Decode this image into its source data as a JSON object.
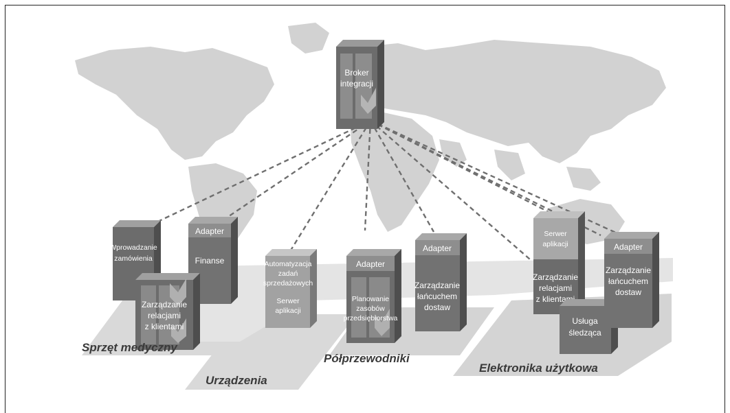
{
  "diagram": {
    "broker_title": [
      "Broker",
      "integracji"
    ],
    "regions": [
      "Sprzęt medyczny",
      "Urządzenia",
      "Półprzewodniki",
      "Elektronika użytkowa"
    ],
    "modules": {
      "order_entry": [
        "Wprowadzanie",
        "zamówienia"
      ],
      "adapter_finance": "Adapter",
      "finance": "Finanse",
      "crm_left": [
        "Zarządzanie",
        "relacjami",
        "z klientami"
      ],
      "sales_automation": [
        "Automatyzacja",
        "zadań",
        "sprzedażowych"
      ],
      "app_server_mid": [
        "Serwer",
        "aplikacji"
      ],
      "adapter_erp": "Adapter",
      "erp": [
        "Planowanie",
        "zasobów",
        "przedsiębiorstwa"
      ],
      "adapter_scm_mid": "Adapter",
      "scm_mid": [
        "Zarządzanie",
        "łańcuchem",
        "dostaw"
      ],
      "app_server_right": [
        "Serwer",
        "aplikacji"
      ],
      "crm_right": [
        "Zarządzanie",
        "relacjami",
        "z klientami"
      ],
      "tracking": [
        "Usługa",
        "śledząca"
      ],
      "adapter_scm_right": "Adapter",
      "scm_right": [
        "Zarządzanie",
        "łańcuchem",
        "dostaw"
      ]
    }
  }
}
